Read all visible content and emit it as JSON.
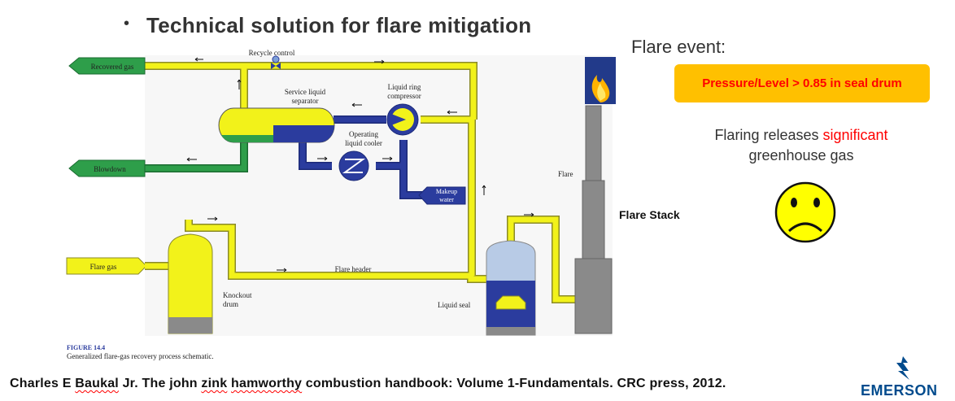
{
  "slide": {
    "bullet": "•",
    "title": "Technical solution for flare mitigation",
    "flare_event_label": "Flare event:",
    "condition": "Pressure/Level > 0.85 in seal drum",
    "releases_before": "Flaring releases ",
    "releases_highlight": "significant",
    "releases_after": "greenhouse gas",
    "flare_stack_label": "Flare Stack",
    "citation_parts": [
      "Charles E ",
      "Baukal",
      " Jr. The john ",
      "zink",
      " ",
      "hamworthy",
      " combustion handbook: Volume 1-Fundamentals. CRC press, 2012."
    ],
    "logo_text": "EMERSON"
  },
  "diagram": {
    "labels": {
      "recovered_gas": "Recovered gas",
      "recycle_control": "Recycle control",
      "service_separator_1": "Service liquid",
      "service_separator_2": "separator",
      "compressor_1": "Liquid ring",
      "compressor_2": "compressor",
      "cooler_1": "Operating",
      "cooler_2": "liquid cooler",
      "blowdown": "Blowdown",
      "makeup_1": "Makeup",
      "makeup_2": "water",
      "flare": "Flare",
      "flare_gas": "Flare gas",
      "flare_header": "Flare header",
      "knockout_1": "Knockout",
      "knockout_2": "drum",
      "liquid_seal": "Liquid seal",
      "figure_number": "FIGURE 14.4",
      "figure_caption": "Generalized flare-gas recovery process schematic."
    }
  },
  "colors": {
    "pipe_yellow": "#f2f21a",
    "pipe_outline": "#8a8a2a",
    "green": "#2e9e4a",
    "blue": "#2b3c9e",
    "gray": "#8a8a8a",
    "light_blue": "#b8cbe6",
    "alarm_bg": "#ffc000",
    "alarm_text": "#ff0000",
    "emerson_blue": "#004b8d"
  },
  "icons": [
    "sad-face-icon",
    "flame-icon",
    "emerson-logo-icon",
    "heat-exchanger-icon",
    "valve-icon",
    "compressor-icon"
  ]
}
